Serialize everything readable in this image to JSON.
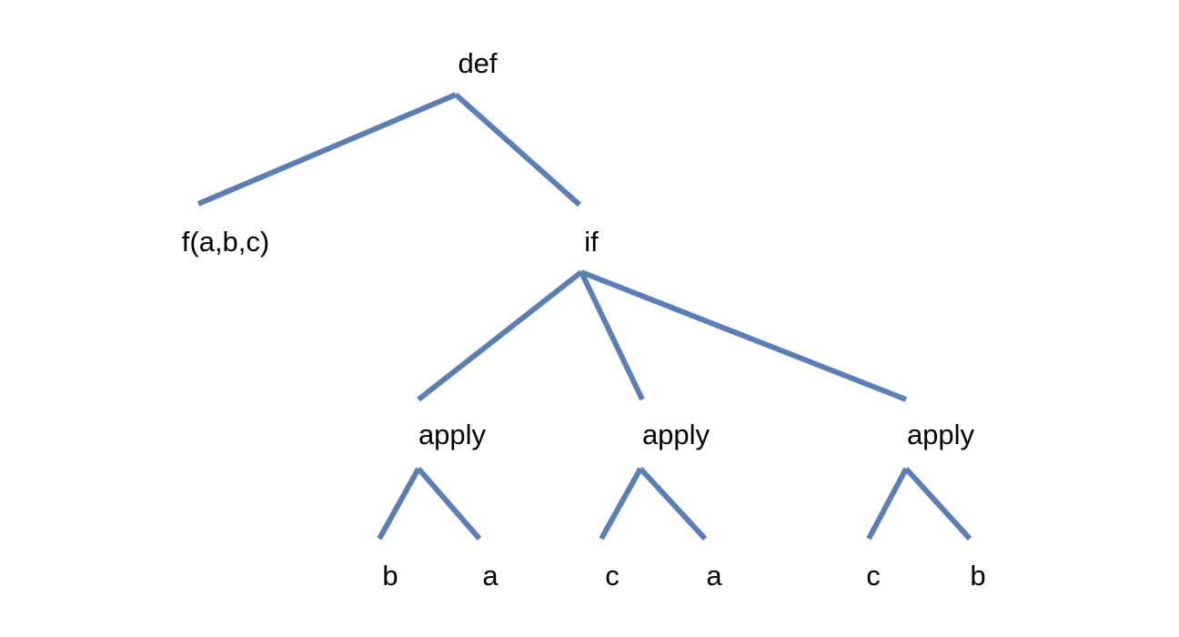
{
  "colors": {
    "edge": "#5B7FB5",
    "text": "#000000",
    "background": "#ffffff"
  },
  "tree": {
    "root": {
      "label": "def"
    },
    "nodes": [
      {
        "id": "def",
        "label": "def"
      },
      {
        "id": "fabc",
        "label": "f(a,b,c)"
      },
      {
        "id": "if",
        "label": "if"
      },
      {
        "id": "apply1",
        "label": "apply"
      },
      {
        "id": "apply2",
        "label": "apply"
      },
      {
        "id": "apply3",
        "label": "apply"
      },
      {
        "id": "leaf-b1",
        "label": "b"
      },
      {
        "id": "leaf-a1",
        "label": "a"
      },
      {
        "id": "leaf-c1",
        "label": "c"
      },
      {
        "id": "leaf-a2",
        "label": "a"
      },
      {
        "id": "leaf-c2",
        "label": "c"
      },
      {
        "id": "leaf-b2",
        "label": "b"
      }
    ],
    "edges": [
      {
        "from": "def",
        "to": "fabc"
      },
      {
        "from": "def",
        "to": "if"
      },
      {
        "from": "if",
        "to": "apply1"
      },
      {
        "from": "if",
        "to": "apply2"
      },
      {
        "from": "if",
        "to": "apply3"
      },
      {
        "from": "apply1",
        "to": "leaf-b1"
      },
      {
        "from": "apply1",
        "to": "leaf-a1"
      },
      {
        "from": "apply2",
        "to": "leaf-c1"
      },
      {
        "from": "apply2",
        "to": "leaf-a2"
      },
      {
        "from": "apply3",
        "to": "leaf-c2"
      },
      {
        "from": "apply3",
        "to": "leaf-b2"
      }
    ]
  }
}
